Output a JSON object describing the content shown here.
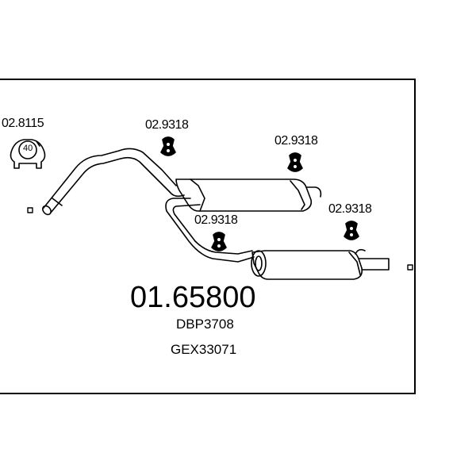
{
  "diagram": {
    "part_number": "01.65800",
    "cross_refs": [
      "DBP3708",
      "GEX33071"
    ],
    "component_labels": {
      "clamp": "02.8115",
      "hanger_1": "02.9318",
      "hanger_2": "02.9318",
      "hanger_3": "02.9318",
      "hanger_4": "02.9318"
    },
    "clamp_size": "40"
  }
}
